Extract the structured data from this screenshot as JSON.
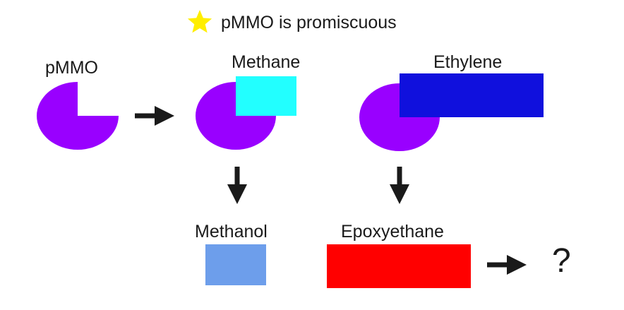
{
  "note": {
    "icon": "star-icon",
    "text": "pMMO is promiscuous"
  },
  "labels": {
    "enzyme": "pMMO",
    "substrate_1": "Methane",
    "substrate_2": "Ethylene",
    "product_1": "Methanol",
    "product_2": "Epoxyethane",
    "unknown": "?"
  },
  "colors": {
    "enzyme": "#9900ff",
    "methane": "#22ffff",
    "ethylene": "#1010dd",
    "methanol": "#6d9eeb",
    "epoxyethane": "#ff0000",
    "star": "#ffee00",
    "arrow": "#1a1a1a"
  }
}
